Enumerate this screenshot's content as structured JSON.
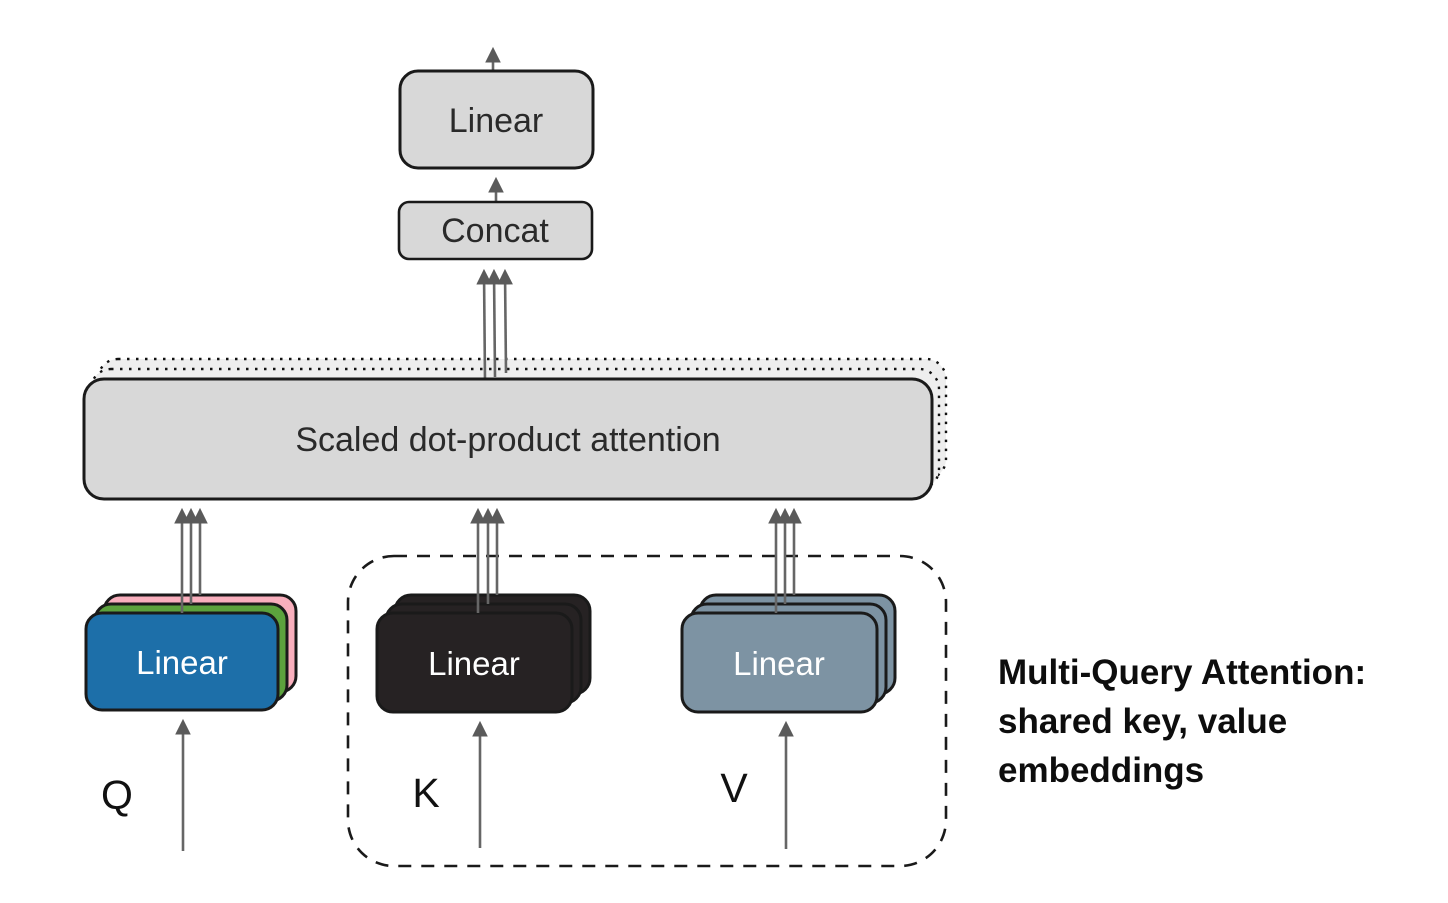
{
  "nodes": {
    "output_linear": {
      "label": "Linear"
    },
    "concat": {
      "label": "Concat"
    },
    "attention": {
      "label": "Scaled dot-product attention"
    },
    "q_linear": {
      "label": "Linear"
    },
    "k_linear": {
      "label": "Linear"
    },
    "v_linear": {
      "label": "Linear"
    }
  },
  "inputs": {
    "q": "Q",
    "k": "K",
    "v": "V"
  },
  "annotation": {
    "lines": [
      "Multi-Query Attention:",
      "shared key, value",
      "embeddings"
    ]
  },
  "colors": {
    "box_fill": "#d8d8d8",
    "ghost_fill": "#eeeeee",
    "border": "#1a1a1a",
    "arrow": "#666666",
    "arrowhead": "#5a5a5a",
    "q_front": "#1d6fa9",
    "q_middle": "#5ca23d",
    "q_back": "#f9afbd",
    "k_fill": "#262223",
    "v_fill": "#7d93a3",
    "label_dark": "#2a2a2a",
    "label_light": "#ffffff",
    "annotation_text": "#0d0d0d"
  }
}
